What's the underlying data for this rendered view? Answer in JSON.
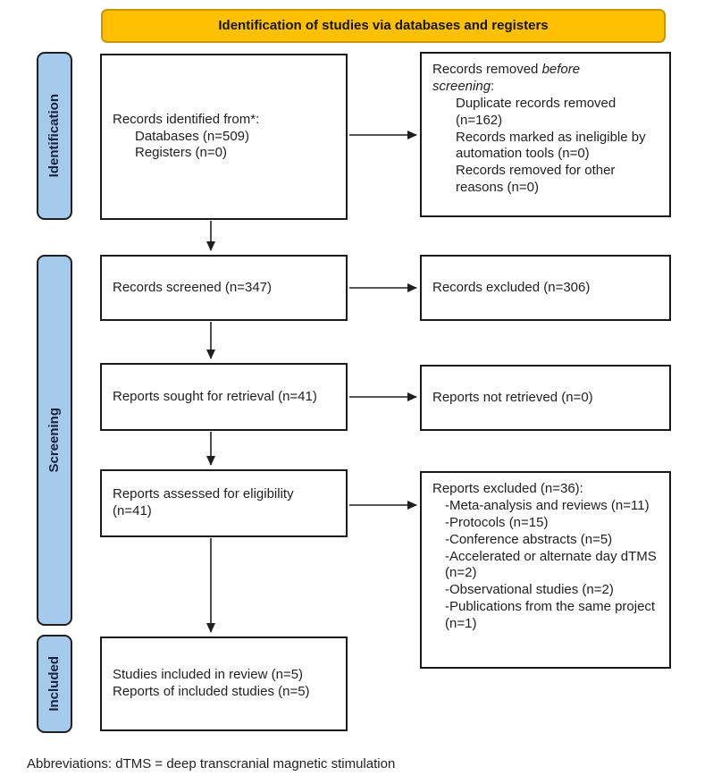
{
  "banner": {
    "title": "Identification of studies via databases and registers"
  },
  "stages": [
    {
      "label": "Identification"
    },
    {
      "label": "Screening"
    },
    {
      "label": "Included"
    }
  ],
  "flow": {
    "identified": {
      "heading": "Records identified from*:",
      "items": [
        "Databases (n=509)",
        "Registers (n=0)"
      ]
    },
    "removed_before_screening": {
      "heading_pre": "Records removed ",
      "heading_italic": "before screening",
      "heading_post": ":",
      "items": [
        "Duplicate records removed (n=162)",
        "Records marked as ineligible by automation tools (n=0)",
        "Records removed for other reasons (n=0)"
      ]
    },
    "screened": {
      "text": "Records screened (n=347)"
    },
    "excluded": {
      "text": "Records excluded (n=306)"
    },
    "sought": {
      "text": "Reports sought for retrieval (n=41)"
    },
    "not_retrieved": {
      "text": "Reports not retrieved (n=0)"
    },
    "assessed": {
      "text": "Reports assessed for eligibility (n=41)"
    },
    "reports_excluded": {
      "heading": "Reports excluded (n=36):",
      "items": [
        "-Meta-analysis and reviews (n=11)",
        "-Protocols (n=15)",
        "-Conference abstracts (n=5)",
        "-Accelerated or alternate day dTMS (n=2)",
        "-Observational studies (n=2)",
        "-Publications from the same project (n=1)"
      ]
    },
    "included": {
      "lines": [
        "Studies included in review (n=5)",
        "Reports of included studies (n=5)"
      ]
    }
  },
  "footer": {
    "abbreviations": "Abbreviations: dTMS = deep transcranial magnetic stimulation"
  },
  "colors": {
    "banner_fill": "#FFC000",
    "banner_border": "#C99500",
    "stage_fill": "#A6CAEB",
    "box_border": "#1A1A1A",
    "arrow": "#1F1F1F"
  }
}
